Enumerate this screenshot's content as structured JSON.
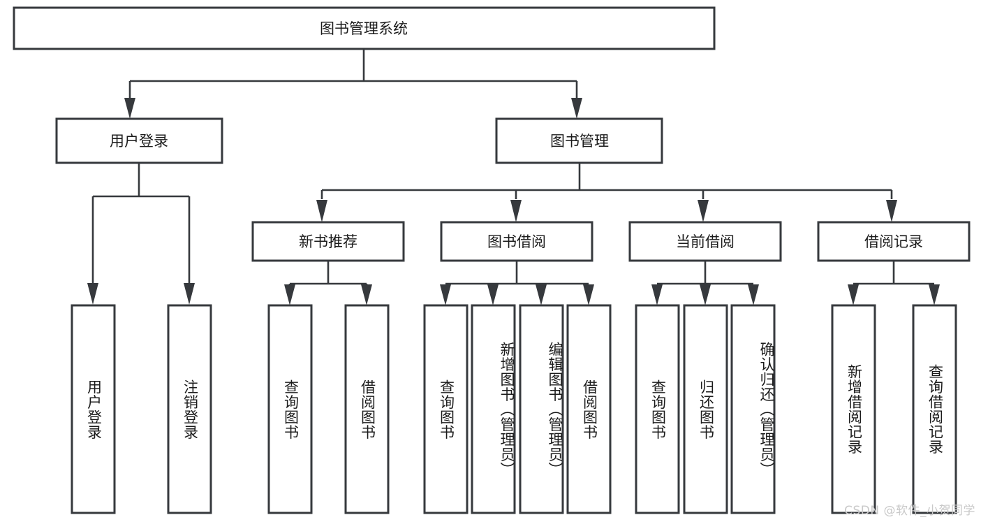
{
  "diagram": {
    "type": "tree",
    "title": "图书管理系统",
    "root": {
      "id": "root",
      "label": "图书管理系统",
      "orientation": "horizontal"
    },
    "level2": [
      {
        "id": "user-login",
        "label": "用户登录",
        "orientation": "horizontal"
      },
      {
        "id": "book-manage",
        "label": "图书管理",
        "orientation": "horizontal"
      }
    ],
    "level3": [
      {
        "id": "new-book-recommend",
        "label": "新书推荐",
        "orientation": "horizontal",
        "parent": "book-manage"
      },
      {
        "id": "book-borrow",
        "label": "图书借阅",
        "orientation": "horizontal",
        "parent": "book-manage"
      },
      {
        "id": "current-borrow",
        "label": "当前借阅",
        "orientation": "horizontal",
        "parent": "book-manage"
      },
      {
        "id": "borrow-record",
        "label": "借阅记录",
        "orientation": "horizontal",
        "parent": "book-manage"
      }
    ],
    "leaves": [
      {
        "id": "leaf-user-login",
        "label": "用户登录",
        "orientation": "vertical",
        "parent": "user-login"
      },
      {
        "id": "leaf-user-logout",
        "label": "注销登录",
        "orientation": "vertical",
        "parent": "user-login"
      },
      {
        "id": "leaf-query-book-1",
        "label": "查询图书",
        "orientation": "vertical",
        "parent": "new-book-recommend"
      },
      {
        "id": "leaf-borrow-book-1",
        "label": "借阅图书",
        "orientation": "vertical",
        "parent": "new-book-recommend"
      },
      {
        "id": "leaf-query-book-2",
        "label": "查询图书",
        "orientation": "vertical",
        "parent": "book-borrow"
      },
      {
        "id": "leaf-add-book",
        "label": "新增图书（管理员）",
        "orientation": "vertical",
        "parent": "book-borrow"
      },
      {
        "id": "leaf-edit-book",
        "label": "编辑图书（管理员）",
        "orientation": "vertical",
        "parent": "book-borrow"
      },
      {
        "id": "leaf-borrow-book-2",
        "label": "借阅图书",
        "orientation": "vertical",
        "parent": "book-borrow"
      },
      {
        "id": "leaf-query-book-3",
        "label": "查询图书",
        "orientation": "vertical",
        "parent": "current-borrow"
      },
      {
        "id": "leaf-return-book",
        "label": "归还图书",
        "orientation": "vertical",
        "parent": "current-borrow"
      },
      {
        "id": "leaf-confirm-return",
        "label": "确认归还（管理员）",
        "orientation": "vertical",
        "parent": "current-borrow"
      },
      {
        "id": "leaf-add-record",
        "label": "新增借阅记录",
        "orientation": "vertical",
        "parent": "borrow-record"
      },
      {
        "id": "leaf-query-record",
        "label": "查询借阅记录",
        "orientation": "vertical",
        "parent": "borrow-record"
      }
    ],
    "colors": {
      "stroke": "#36393d",
      "fill": "#ffffff",
      "text": "#1b1b1b",
      "background": "#ffffff",
      "watermark": "#c9c9c9"
    }
  },
  "watermark": {
    "text": "CSDN @软件_小贺同学"
  }
}
